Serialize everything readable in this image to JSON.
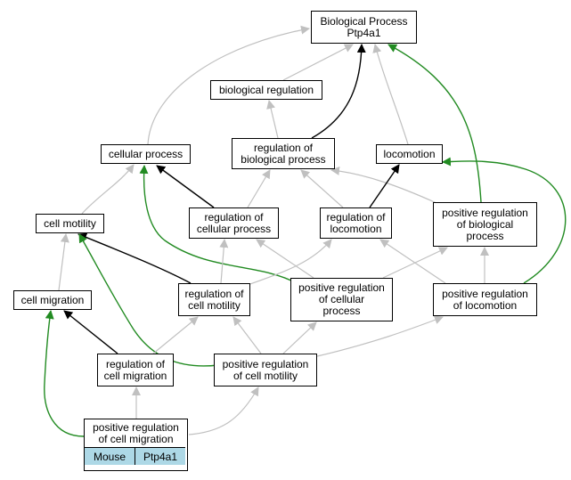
{
  "colors": {
    "is_a": "#c0c0c0",
    "regulates": "#000000",
    "positively_regulates": "#228b22",
    "annotation_tag": "#add8e6"
  },
  "nodes": {
    "bp": "Biological Process\nPtp4a1",
    "biological_regulation": "biological regulation",
    "cellular_process": "cellular process",
    "regulation_of_biological_process": "regulation of\nbiological process",
    "locomotion": "locomotion",
    "cell_motility": "cell motility",
    "regulation_of_cellular_process": "regulation of\ncellular process",
    "regulation_of_locomotion": "regulation of\nlocomotion",
    "positive_regulation_of_biological_process": "positive regulation\nof biological\nprocess",
    "cell_migration": "cell migration",
    "regulation_of_cell_motility": "regulation of\ncell motility",
    "positive_regulation_of_cellular_process": "positive regulation\nof cellular\nprocess",
    "positive_regulation_of_locomotion": "positive regulation\nof locomotion",
    "regulation_of_cell_migration": "regulation of\ncell migration",
    "positive_regulation_of_cell_motility": "positive regulation\nof cell motility",
    "positive_regulation_of_cell_migration": "positive regulation\nof cell migration"
  },
  "annotation": {
    "species": "Mouse",
    "gene": "Ptp4a1"
  },
  "edges": [
    {
      "from": "biological_regulation",
      "to": "bp",
      "type": "is_a"
    },
    {
      "from": "cellular_process",
      "to": "bp",
      "type": "is_a"
    },
    {
      "from": "regulation_of_biological_process",
      "to": "bp",
      "type": "regulates"
    },
    {
      "from": "locomotion",
      "to": "bp",
      "type": "is_a"
    },
    {
      "from": "positive_regulation_of_biological_process",
      "to": "bp",
      "type": "positively_regulates"
    },
    {
      "from": "regulation_of_biological_process",
      "to": "biological_regulation",
      "type": "is_a"
    },
    {
      "from": "cell_motility",
      "to": "cellular_process",
      "type": "is_a"
    },
    {
      "from": "regulation_of_cellular_process",
      "to": "cellular_process",
      "type": "regulates"
    },
    {
      "from": "positive_regulation_of_cellular_process",
      "to": "cellular_process",
      "type": "positively_regulates"
    },
    {
      "from": "regulation_of_cellular_process",
      "to": "regulation_of_biological_process",
      "type": "is_a"
    },
    {
      "from": "regulation_of_locomotion",
      "to": "regulation_of_biological_process",
      "type": "is_a"
    },
    {
      "from": "positive_regulation_of_biological_process",
      "to": "regulation_of_biological_process",
      "type": "is_a"
    },
    {
      "from": "regulation_of_locomotion",
      "to": "locomotion",
      "type": "regulates"
    },
    {
      "from": "positive_regulation_of_locomotion",
      "to": "locomotion",
      "type": "positively_regulates"
    },
    {
      "from": "cell_migration",
      "to": "cell_motility",
      "type": "is_a"
    },
    {
      "from": "regulation_of_cell_motility",
      "to": "cell_motility",
      "type": "regulates"
    },
    {
      "from": "positive_regulation_of_cell_motility",
      "to": "cell_motility",
      "type": "positively_regulates"
    },
    {
      "from": "regulation_of_cell_motility",
      "to": "regulation_of_cellular_process",
      "type": "is_a"
    },
    {
      "from": "positive_regulation_of_cellular_process",
      "to": "regulation_of_cellular_process",
      "type": "is_a"
    },
    {
      "from": "regulation_of_cell_motility",
      "to": "regulation_of_locomotion",
      "type": "is_a"
    },
    {
      "from": "positive_regulation_of_locomotion",
      "to": "regulation_of_locomotion",
      "type": "is_a"
    },
    {
      "from": "positive_regulation_of_cellular_process",
      "to": "positive_regulation_of_biological_process",
      "type": "is_a"
    },
    {
      "from": "positive_regulation_of_locomotion",
      "to": "positive_regulation_of_biological_process",
      "type": "is_a"
    },
    {
      "from": "regulation_of_cell_migration",
      "to": "cell_migration",
      "type": "regulates"
    },
    {
      "from": "positive_regulation_of_cell_migration",
      "to": "cell_migration",
      "type": "positively_regulates"
    },
    {
      "from": "regulation_of_cell_migration",
      "to": "regulation_of_cell_motility",
      "type": "is_a"
    },
    {
      "from": "positive_regulation_of_cell_motility",
      "to": "regulation_of_cell_motility",
      "type": "is_a"
    },
    {
      "from": "positive_regulation_of_cell_motility",
      "to": "positive_regulation_of_cellular_process",
      "type": "is_a"
    },
    {
      "from": "positive_regulation_of_cell_motility",
      "to": "positive_regulation_of_locomotion",
      "type": "is_a"
    },
    {
      "from": "positive_regulation_of_cell_migration",
      "to": "regulation_of_cell_migration",
      "type": "is_a"
    },
    {
      "from": "positive_regulation_of_cell_migration",
      "to": "positive_regulation_of_cell_motility",
      "type": "is_a"
    }
  ]
}
